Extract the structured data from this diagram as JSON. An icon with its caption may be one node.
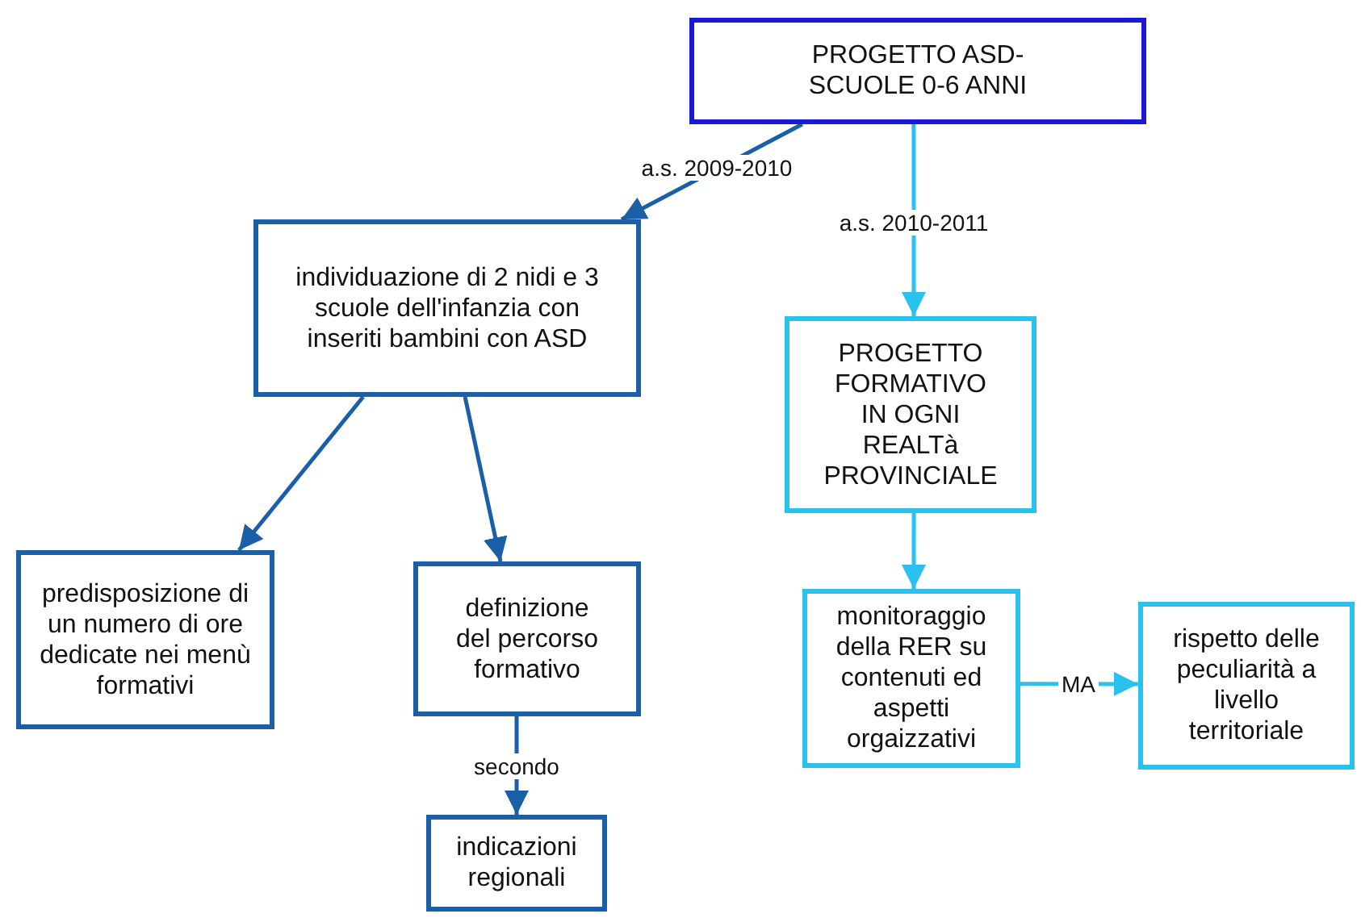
{
  "diagram": {
    "nodes": [
      {
        "text": [
          "PROGETTO ASD-SCUOLE 0-6 ANNI"
        ]
      },
      {
        "text": [
          "individuazione  di 2 nidi e 3 scuole dell'infanzia con inseriti bambini con ASD"
        ]
      },
      {
        "text": [
          "PROGETTO FORMATIVO IN OGNI REALTà PROVINCIALE"
        ]
      },
      {
        "text": [
          "predisposizione di un numero di ore dedicate nei menù formativi"
        ]
      },
      {
        "text": [
          "definizione del percorso formativo"
        ]
      },
      {
        "text": [
          "indicazioni regionali"
        ]
      },
      {
        "text": [
          "monitoraggio della RER su contenuti ed aspetti orgaizzativi"
        ]
      },
      {
        "text": [
          "rispetto delle peculiarità a livello territoriale"
        ]
      }
    ],
    "edges": [
      {
        "from": 0,
        "to": 1,
        "arrow": "to",
        "label": "a.s. 2009-2010"
      },
      {
        "from": 0,
        "to": 2,
        "arrow": "to",
        "label": "a.s. 2010-2011",
        "color": "#29c1ee"
      },
      {
        "from": 1,
        "to": 3,
        "arrow": "to"
      },
      {
        "from": 1,
        "to": 4,
        "arrow": "to"
      },
      {
        "from": 4,
        "to": 5,
        "arrow": "to",
        "label": "secondo"
      },
      {
        "from": 2,
        "to": 6,
        "arrow": "to",
        "color": "#29c1ee"
      },
      {
        "from": 6,
        "to": 7,
        "arrow": "to",
        "label": "MA",
        "color": "#29c1ee"
      }
    ]
  }
}
